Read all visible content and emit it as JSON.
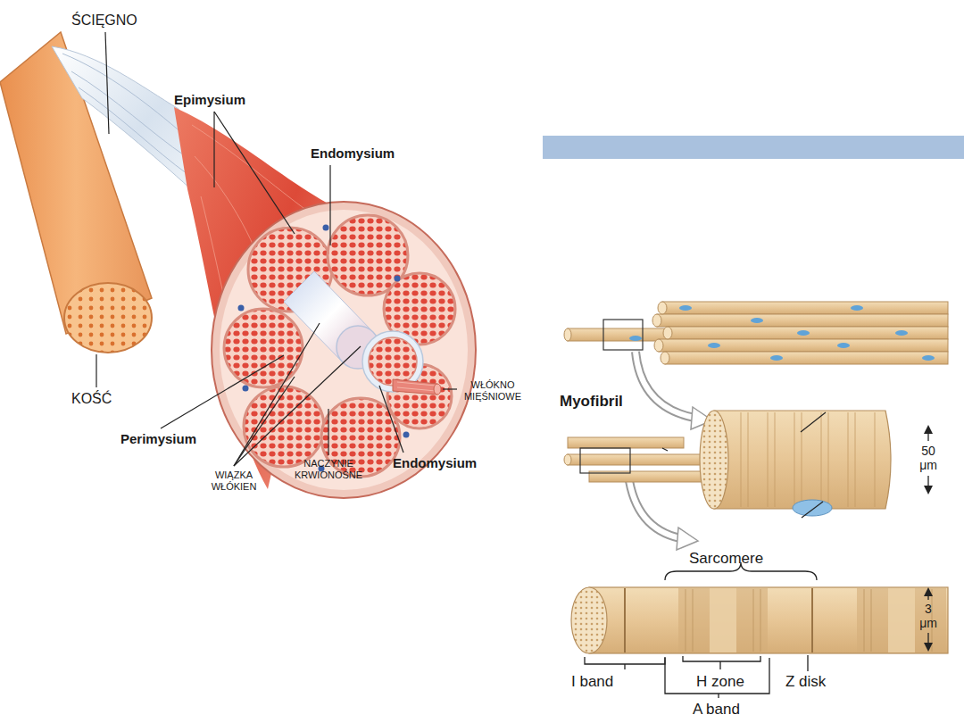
{
  "diagram": {
    "labels": [
      "ŚCIĘGNO",
      "Epimysium",
      "Endomysium",
      "KOŚĆ",
      "Perimysium",
      "WIĄZKA WŁÓKIEN",
      "NACZYNIE KRWIONOŚNE",
      "Endomysium",
      "WŁÓKNO MIĘŚNIOWE",
      "Myofibril",
      "50 μm",
      "Sarcomere",
      "3 μm",
      "I band",
      "H zone",
      "Z disk",
      "A band"
    ]
  }
}
